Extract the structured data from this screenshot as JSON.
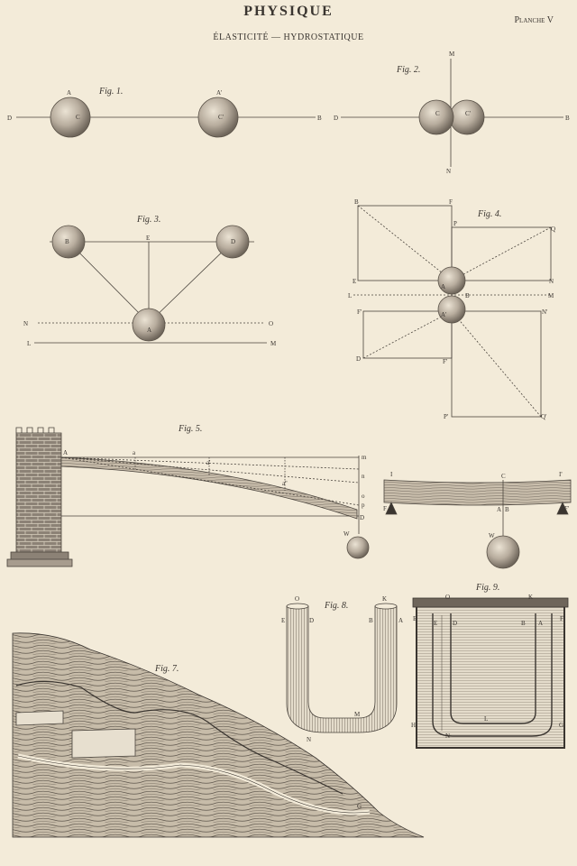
{
  "header": {
    "title": "PHYSIQUE",
    "subtitle": "ÉLASTICITÉ — HYDROSTATIQUE",
    "plate_number": "Planche V"
  },
  "figures": {
    "fig1": {
      "caption": "Fig. 1.",
      "labels": {
        "a1": "A",
        "c1": "C",
        "a2": "A'",
        "c2": "C'",
        "d": "D",
        "b": "B"
      }
    },
    "fig2": {
      "caption": "Fig. 2.",
      "labels": {
        "m": "M",
        "n": "N",
        "d": "D",
        "b": "B",
        "c1": "C",
        "c2": "C'"
      }
    },
    "fig3": {
      "caption": "Fig. 3.",
      "labels": {
        "b": "B",
        "e": "E",
        "d": "D",
        "a": "A",
        "n": "N",
        "o": "O",
        "l": "L",
        "m": "M"
      }
    },
    "fig4": {
      "caption": "Fig. 4.",
      "labels": {
        "b": "B",
        "f": "F",
        "p": "P",
        "q": "Q",
        "e": "E",
        "n": "N",
        "a": "A",
        "l": "L",
        "b2": "B",
        "m": "M",
        "a2": "A'",
        "f2": "F'",
        "n2": "N'",
        "d": "D",
        "f3": "F'",
        "p2": "P'",
        "q2": "Q'"
      }
    },
    "fig5": {
      "caption": "Fig. 5.",
      "labels": {
        "a": "A",
        "a1": "a",
        "a2": "a'",
        "a3": "a''",
        "m": "m",
        "n": "n",
        "o": "o",
        "p": "p",
        "d": "D",
        "w": "W"
      }
    },
    "fig6": {
      "labels": {
        "i": "I",
        "c": "C",
        "i2": "I'",
        "f": "F",
        "f2": "F'",
        "a": "A",
        "b": "B",
        "w": "W"
      }
    },
    "fig7": {
      "caption": "Fig. 7.",
      "labels": {
        "g": "G"
      }
    },
    "fig8": {
      "caption": "Fig. 8.",
      "labels": {
        "o": "O",
        "k": "K",
        "e": "E",
        "d": "D",
        "b": "B",
        "a": "A",
        "m": "M",
        "n": "N"
      }
    },
    "fig9": {
      "caption": "Fig. 9.",
      "labels": {
        "o": "O",
        "k": "K",
        "e": "E",
        "f": "F",
        "h": "H",
        "g": "G",
        "d": "D",
        "b": "B",
        "a": "A",
        "n": "N",
        "l": "L"
      }
    }
  },
  "colors": {
    "paper": "#f3ebd9",
    "ink": "#3a3530"
  }
}
